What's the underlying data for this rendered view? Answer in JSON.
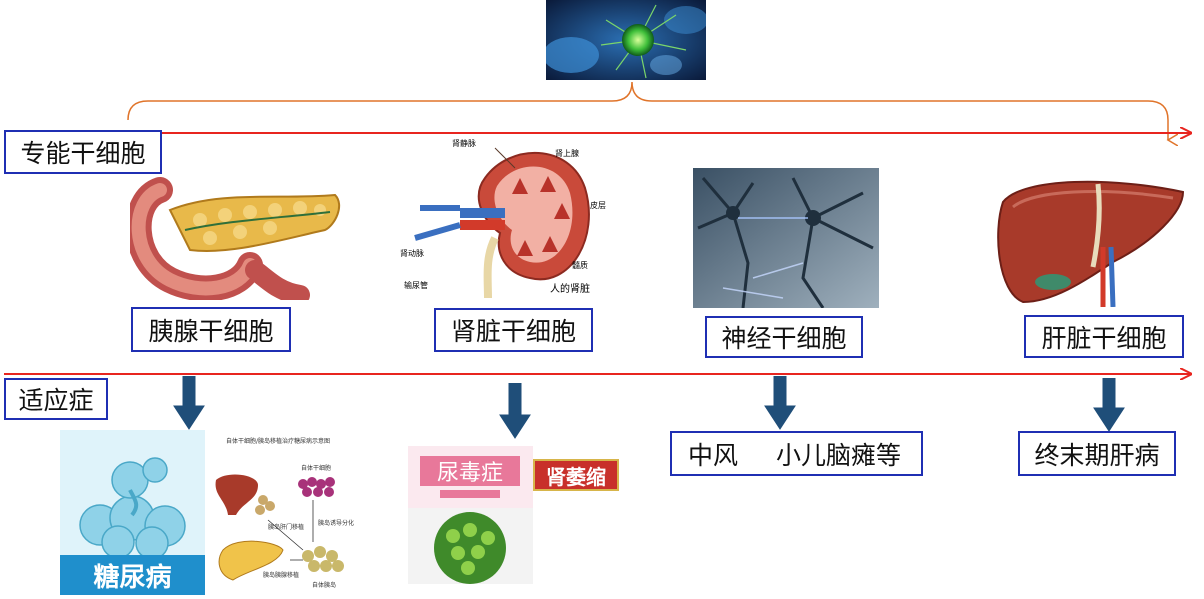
{
  "rows": {
    "stem_cells_label": "专能干细胞",
    "indications_label": "适应症"
  },
  "cells": {
    "pancreas": "胰腺干细胞",
    "kidney": "肾脏干细胞",
    "nerve": "神经干细胞",
    "liver": "肝脏干细胞"
  },
  "indications": {
    "diabetes": "糖尿病",
    "uremia": "尿毒症",
    "renal_atrophy": "肾萎缩",
    "stroke": "中风",
    "cerebral_palsy": "小儿脑瘫等",
    "liver_disease": "终末期肝病"
  },
  "kidney_figure": {
    "renal_vein": "肾静脉",
    "adrenal": "肾上腺",
    "cortex": "皮层",
    "medulla": "髓质",
    "renal_artery": "肾动脉",
    "ureter": "输尿管",
    "title": "人的肾脏"
  },
  "diabetes_figure": {
    "title": "自体干细胞/胰岛移植治疗糖尿病示意图",
    "stem_cell": "自体干细胞",
    "islet_transplant": "胰岛肝门移植",
    "islet_induce": "胰岛诱导分化",
    "pancreas_transplant": "胰岛胰腺移植",
    "islet": "自体胰岛"
  },
  "colors": {
    "timeline": "#e8251f",
    "bracket": "#e0742a",
    "box_border": "#1f2fb3",
    "down_arrow": "#1f4e79"
  }
}
